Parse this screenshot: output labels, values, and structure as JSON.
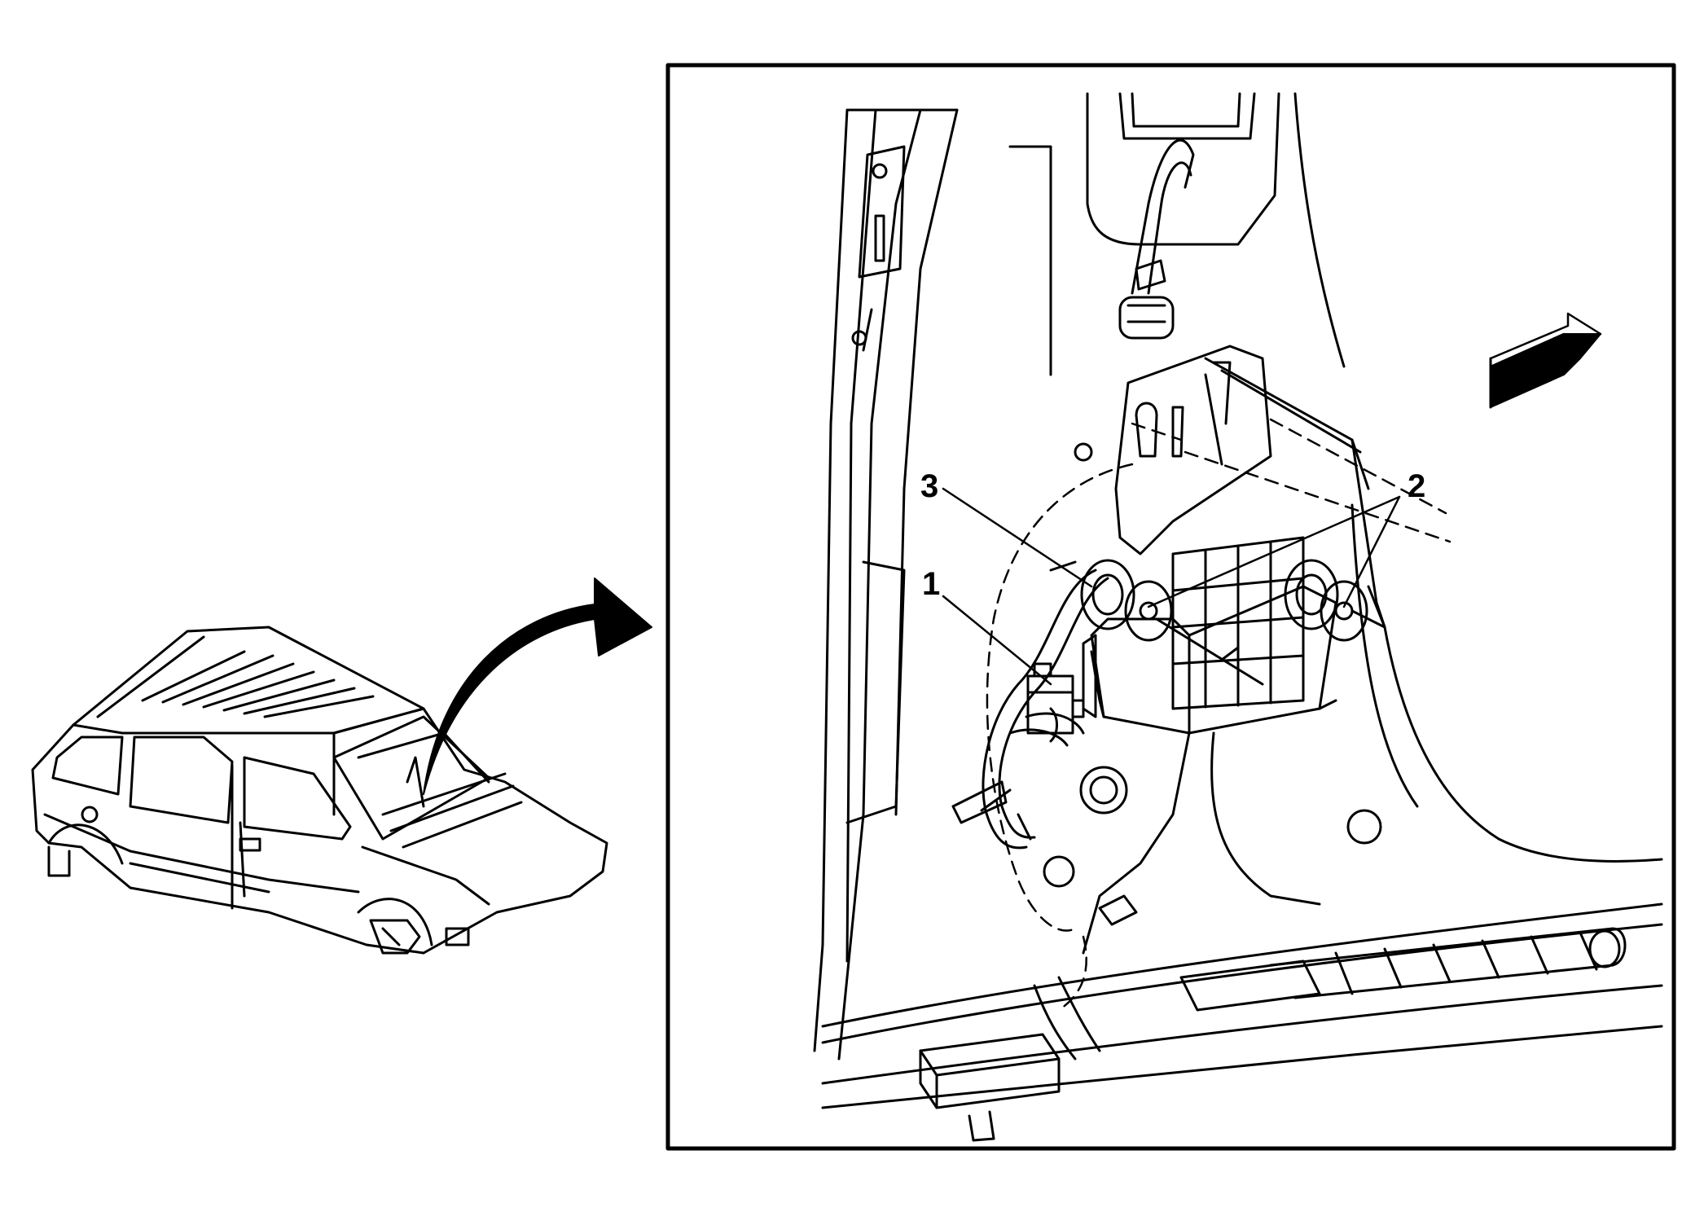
{
  "diagram": {
    "callouts": [
      {
        "id": "connector",
        "label": "1"
      },
      {
        "id": "fasteners",
        "label": "2"
      },
      {
        "id": "module",
        "label": "3"
      }
    ],
    "icons": {
      "vehicle": "minivan-overview-icon",
      "locator_arrow": "curved-arrow-icon",
      "direction_arrow": "forward-direction-arrow-icon"
    },
    "colors": {
      "line": "#000000",
      "background": "#ffffff",
      "arrow_fill": "#000000"
    }
  }
}
